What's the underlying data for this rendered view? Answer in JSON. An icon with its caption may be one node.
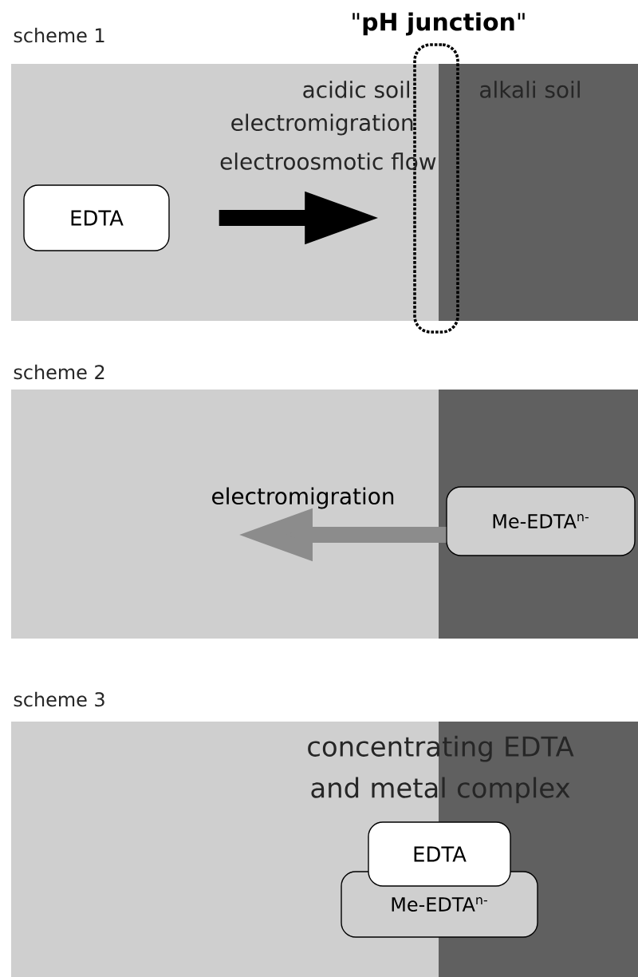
{
  "diagram": {
    "nodes": [
      {
        "text": [
          "EDTA"
        ]
      },
      {
        "text": [
          "\"**pH junction**\""
        ]
      },
      {
        "text": [
          "Me-EDTA$^{n-}$"
        ]
      },
      {
        "text": [
          "EDTA"
        ]
      },
      {
        "text": [
          "Me-EDTA$^{n-}$"
        ]
      }
    ],
    "edges": [
      {
        "from": 0,
        "to": 1,
        "arrow": "to"
      },
      {
        "from": 2,
        "to": null,
        "arrow": "to",
        "color": "#8c8c8c",
        "label": "electromigration"
      }
    ],
    "labels": [
      "scheme 1",
      "acidic soil",
      "alkali soil",
      "electromigration",
      "electroosmotic flow",
      "scheme 2",
      "scheme 3",
      "concentrating EDTA and metal complex"
    ]
  }
}
